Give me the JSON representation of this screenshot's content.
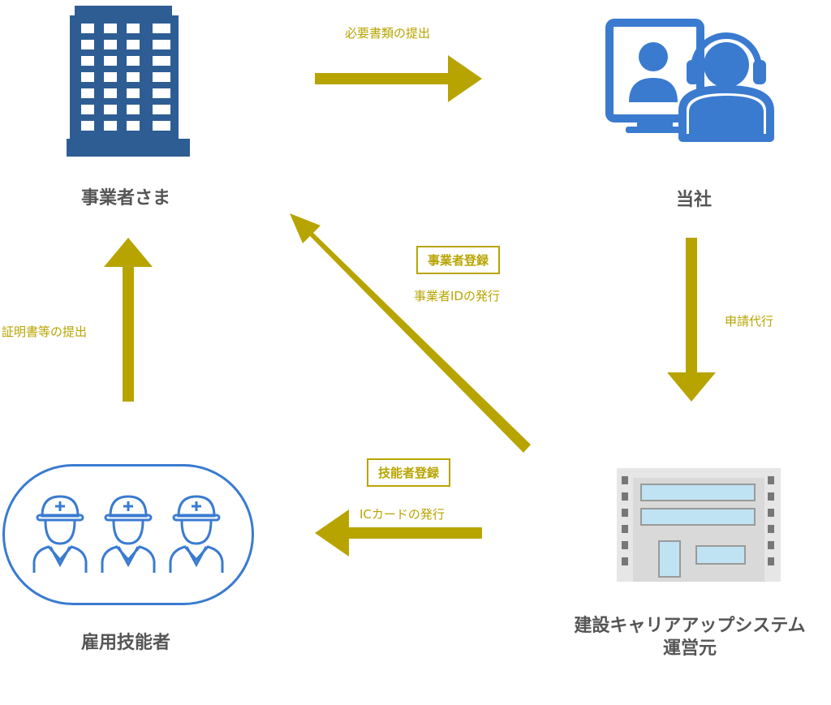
{
  "colors": {
    "arrow": "#b8a400",
    "icon_blue": "#3a7bd0",
    "building_dark": "#2e5d94",
    "label_text": "#555555",
    "system_gray": "#a9a9a9"
  },
  "nodes": {
    "business": {
      "label": "事業者さま",
      "icon": "office-building-icon"
    },
    "company": {
      "label": "当社",
      "icon": "operator-headset-icon"
    },
    "system": {
      "label_line1": "建設キャリアアップシステム",
      "label_line2": "運営元",
      "icon": "system-building-icon"
    },
    "workers": {
      "label": "雇用技能者",
      "icon": "workers-helmet-icon"
    }
  },
  "flows": {
    "submit_docs": {
      "label": "必要書類の提出"
    },
    "proxy_apply": {
      "label": "申請代行"
    },
    "business_registration": {
      "tag": "事業者登録",
      "label": "事業者IDの発行"
    },
    "worker_registration": {
      "tag": "技能者登録",
      "label": "ICカードの発行"
    },
    "submit_certificates": {
      "label": "証明書等の提出"
    }
  }
}
